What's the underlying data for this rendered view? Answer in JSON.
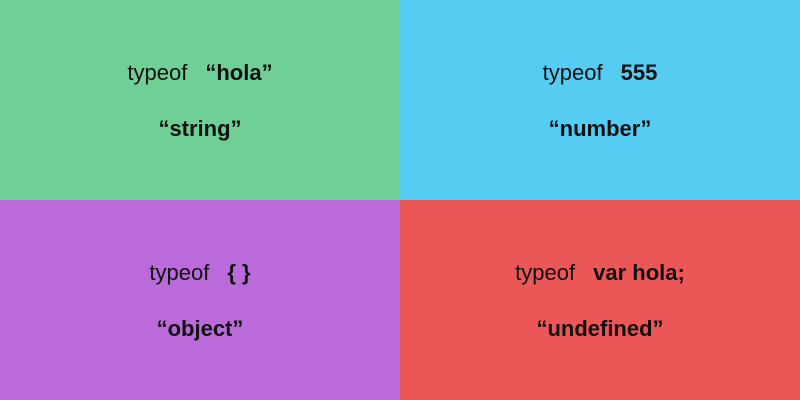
{
  "panels": [
    {
      "keyword": "typeof",
      "operand": "“hola”",
      "result": "“string”",
      "color": "#6fcf97"
    },
    {
      "keyword": "typeof",
      "operand": "555",
      "result": "“number”",
      "color": "#56ccf2"
    },
    {
      "keyword": "typeof",
      "operand": "{ }",
      "result": "“object”",
      "color": "#bb6bd9"
    },
    {
      "keyword": "typeof",
      "operand": "var hola;",
      "result": "“undefined”",
      "color": "#eb5757"
    }
  ]
}
